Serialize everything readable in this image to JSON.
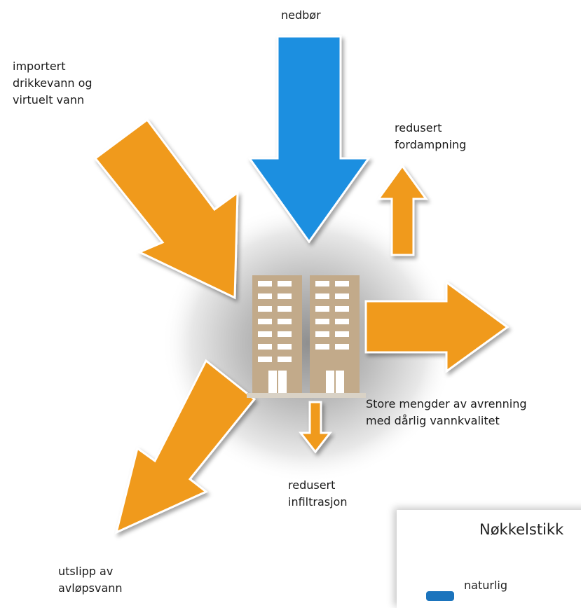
{
  "labels": {
    "precipitation": "nedbør",
    "imported_water": "importert\ndrikkevann og\nvirtuelt vann",
    "evaporation": "redusert\nfordampning",
    "runoff": "Store mengder av avrenning\nmed dårlig vannkvalitet",
    "infiltration": "redusert\ninfiltrasjon",
    "wastewater": "utslipp av\navløpsvann"
  },
  "key": {
    "title": "Nøkkelstikk",
    "item_natural": "naturlig"
  },
  "colors": {
    "orange_arrow": "#f09a1e",
    "blue_arrow": "#1b8fe0",
    "building": "#c2aa8a",
    "shadow": "#9a9a9a",
    "key_swatch": "#1b74bd"
  }
}
